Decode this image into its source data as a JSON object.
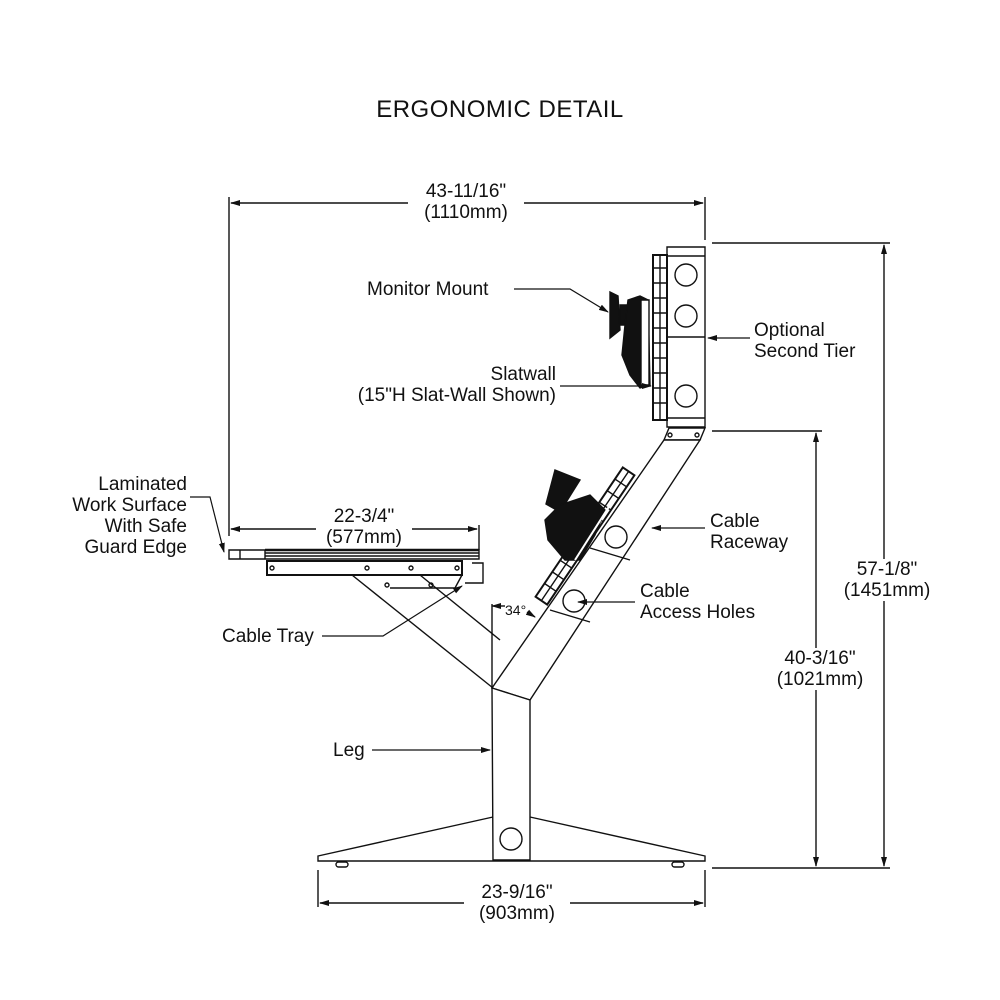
{
  "title": "ERGONOMIC DETAIL",
  "dimensions": {
    "overall_depth": {
      "imperial": "43-11/16\"",
      "metric": "(1110mm)"
    },
    "work_surface_depth": {
      "imperial": "22-3/4\"",
      "metric": "(577mm)"
    },
    "base_width": {
      "imperial": "23-9/16\"",
      "metric": "(903mm)"
    },
    "overall_height": {
      "imperial": "57-1/8\"",
      "metric": "(1451mm)"
    },
    "raceway_height": {
      "imperial": "40-3/16\"",
      "metric": "(1021mm)"
    },
    "angle": "34°"
  },
  "callouts": {
    "monitor_mount": "Monitor Mount",
    "optional_second_tier": [
      "Optional",
      "Second Tier"
    ],
    "slatwall": [
      "Slatwall",
      "(15\"H Slat-Wall Shown)"
    ],
    "laminated_work_surface": [
      "Laminated",
      "Work Surface",
      "With Safe",
      "Guard Edge"
    ],
    "cable_raceway": [
      "Cable",
      "Raceway"
    ],
    "cable_access_holes": [
      "Cable",
      "Access Holes"
    ],
    "cable_tray": "Cable Tray",
    "leg": "Leg"
  },
  "colors": {
    "line": "#111111",
    "background": "#ffffff"
  }
}
